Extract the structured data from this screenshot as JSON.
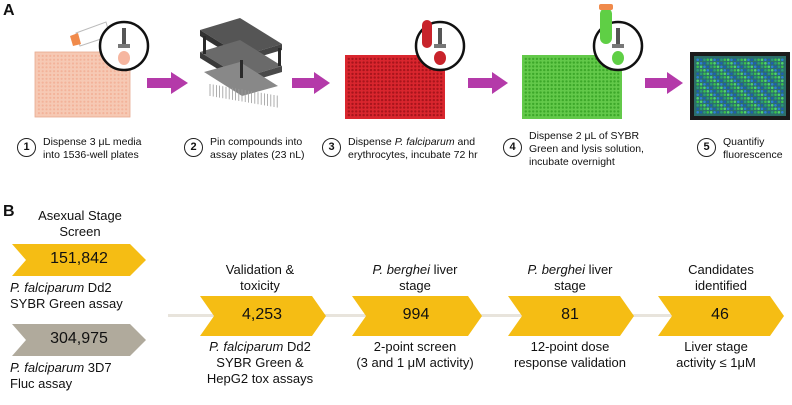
{
  "panel_a": {
    "label": "A",
    "steps": [
      {
        "num": "1",
        "line1": "Dispense 3 μL media",
        "line2": "into 1536-well plates",
        "line3": ""
      },
      {
        "num": "2",
        "line1": "Pin compounds into",
        "line2": "assay plates (23 nL)",
        "line3": ""
      },
      {
        "num": "3",
        "line1_italic_prefix": "Dispense ",
        "line1_italic": "P. falciparum",
        "line1_suffix": " and",
        "line2": "erythrocytes, incubate 72 hr",
        "line3": ""
      },
      {
        "num": "4",
        "line1": "Dispense 2 μL of SYBR",
        "line2": "Green and lysis solution,",
        "line3": "incubate overnight"
      },
      {
        "num": "5",
        "line1": "Quantifiy",
        "line2": "fluorescence",
        "line3": ""
      }
    ],
    "colors": {
      "plate1": "#f6c9b4",
      "plate3": "#d9262e",
      "plate4": "#63c94a",
      "plate5_bg": "#1b1b1b",
      "arrow": "#b43aa9",
      "tube_red": "#c8232b",
      "tube_green": "#5fcf45"
    }
  },
  "panel_b": {
    "label": "B",
    "asexual_title_line1": "Asexual Stage",
    "asexual_title_line2": "Screen",
    "chevron1_value": "151,842",
    "chevron1_line1_italic": "P. falciparum",
    "chevron1_line1_rest": " Dd2",
    "chevron1_line2": "SYBR Green assay",
    "chevron2_value": "304,975",
    "chevron2_line1_italic": "P. falciparum",
    "chevron2_line1_rest": " 3D7",
    "chevron2_line2": "Fluc assay",
    "stages": [
      {
        "top1": "Validation &",
        "top2": "toxicity",
        "value": "4,253",
        "bottom1_italic": "P. falciparum",
        "bottom1_rest": " Dd2",
        "bottom2": "SYBR Green &",
        "bottom3": "HepG2 tox assays"
      },
      {
        "top1_italic": "P. berghei",
        "top1_rest": " liver",
        "top2": "stage",
        "value": "994",
        "bottom1": "2-point screen",
        "bottom2": "(3 and 1 μM activity)"
      },
      {
        "top1_italic": "P. berghei",
        "top1_rest": " liver",
        "top2": "stage",
        "value": "81",
        "bottom1": "12-point dose",
        "bottom2": "response validation"
      },
      {
        "top1": "Candidates",
        "top2": "identified",
        "value": "46",
        "bottom1": "Liver stage",
        "bottom2": "activity ≤ 1μM"
      }
    ],
    "colors": {
      "gold": "#f5bd14",
      "gray": "#b0aa9c",
      "line": "#e8e4dc"
    }
  }
}
